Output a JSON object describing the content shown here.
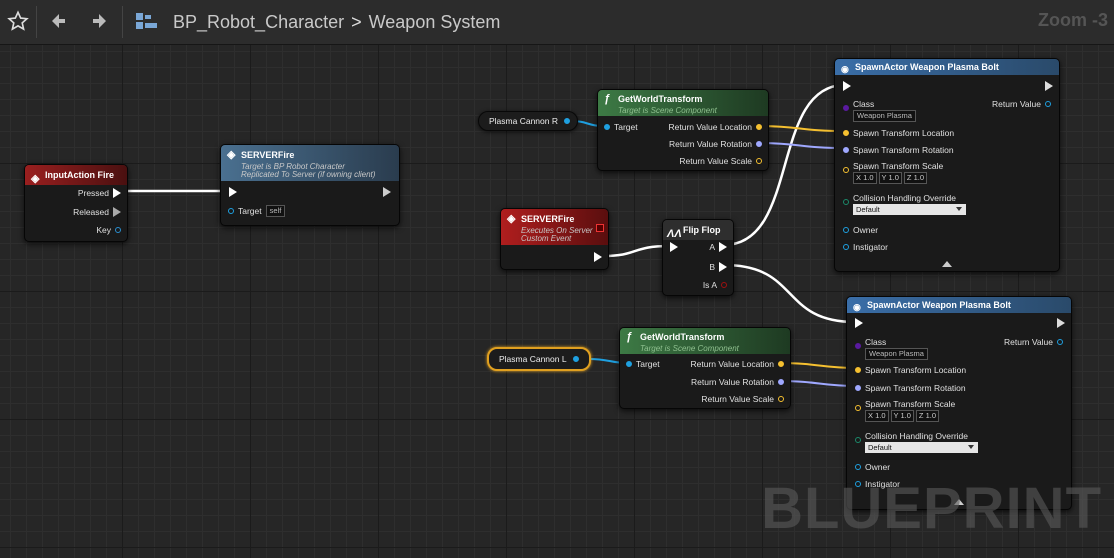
{
  "toolbar": {
    "breadcrumb_root": "BP_Robot_Character",
    "breadcrumb_current": "Weapon System",
    "zoom": "Zoom -3"
  },
  "nodes": {
    "input_fire": {
      "title": "InputAction Fire",
      "pressed": "Pressed",
      "released": "Released",
      "key": "Key"
    },
    "server_fire_call": {
      "title": "SERVERFire",
      "sub1": "Target is BP Robot Character",
      "sub2": "Replicated To Server (if owning client)",
      "target": "Target",
      "target_value": "self"
    },
    "server_fire_event": {
      "title": "SERVERFire",
      "sub1": "Executes On Server",
      "sub2": "Custom Event"
    },
    "flipflop": {
      "title": "Flip Flop",
      "a": "A",
      "b": "B",
      "is_a": "Is A"
    },
    "gwt_top": {
      "title": "GetWorldTransform",
      "sub": "Target is Scene Component",
      "target": "Target",
      "loc": "Return Value Location",
      "rot": "Return Value Rotation",
      "scale": "Return Value Scale"
    },
    "gwt_bottom": {
      "title": "GetWorldTransform",
      "sub": "Target is Scene Component",
      "target": "Target",
      "loc": "Return Value Location",
      "rot": "Return Value Rotation",
      "scale": "Return Value Scale"
    },
    "var_r": {
      "label": "Plasma Cannon R"
    },
    "var_l": {
      "label": "Plasma Cannon L"
    },
    "spawn_top": {
      "title": "SpawnActor Weapon Plasma Bolt",
      "class": "Class",
      "class_value": "Weapon Plasma",
      "return_value": "Return Value",
      "spawn_loc": "Spawn Transform Location",
      "spawn_rot": "Spawn Transform Rotation",
      "spawn_scale": "Spawn Transform Scale",
      "sx": "X 1.0",
      "sy": "Y 1.0",
      "sz": "Z 1.0",
      "collision": "Collision Handling Override",
      "collision_value": "Default",
      "owner": "Owner",
      "instigator": "Instigator"
    },
    "spawn_bottom": {
      "title": "SpawnActor Weapon Plasma Bolt",
      "class": "Class",
      "class_value": "Weapon Plasma",
      "return_value": "Return Value",
      "spawn_loc": "Spawn Transform Location",
      "spawn_rot": "Spawn Transform Rotation",
      "spawn_scale": "Spawn Transform Scale",
      "sx": "X 1.0",
      "sy": "Y 1.0",
      "sz": "Z 1.0",
      "collision": "Collision Handling Override",
      "collision_value": "Default",
      "owner": "Owner",
      "instigator": "Instigator"
    }
  },
  "watermark": "BLUEPRINT",
  "colors": {
    "event_header": "#8a1c1c",
    "function_header": "#2d6a3a",
    "call_header": "#3a5a7a",
    "vector_pin": "#f5c030",
    "rotator_pin": "#9fa8ff",
    "object_pin": "#1fa0e0",
    "class_pin": "#5a1aa0",
    "bool_pin": "#8a0f0f"
  }
}
